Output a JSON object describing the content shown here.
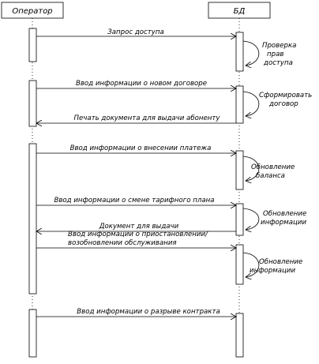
{
  "actors": [
    {
      "id": "operator",
      "label": "Оператор"
    },
    {
      "id": "db",
      "label": "БД"
    }
  ],
  "messages": [
    {
      "text": "Запрос доступа",
      "direction": "operator-to-db"
    },
    {
      "text": "Ввод информации о новом договоре",
      "direction": "operator-to-db"
    },
    {
      "text": "Печать документа для выдачи абоненту",
      "direction": "db-to-operator"
    },
    {
      "text": "Ввод информации о внесении платежа",
      "direction": "operator-to-db"
    },
    {
      "text": "Ввод информации о смене тарифного плана",
      "direction": "operator-to-db"
    },
    {
      "text": "Документ для выдачи",
      "direction": "db-to-operator"
    },
    {
      "text": "Ввод информации о приостановлении/ возобновлении обслуживания",
      "direction": "operator-to-db"
    },
    {
      "text": "Ввод информации о разрыве контракта",
      "direction": "operator-to-db"
    }
  ],
  "self_notes": [
    {
      "lines": [
        "Проверка",
        "прав",
        "доступа"
      ]
    },
    {
      "lines": [
        "Сформировать",
        "договор"
      ]
    },
    {
      "lines": [
        "Обновление",
        "баланса"
      ]
    },
    {
      "lines": [
        "Обновление",
        "информации"
      ]
    },
    {
      "lines": [
        "Обновление",
        "информации"
      ]
    }
  ]
}
